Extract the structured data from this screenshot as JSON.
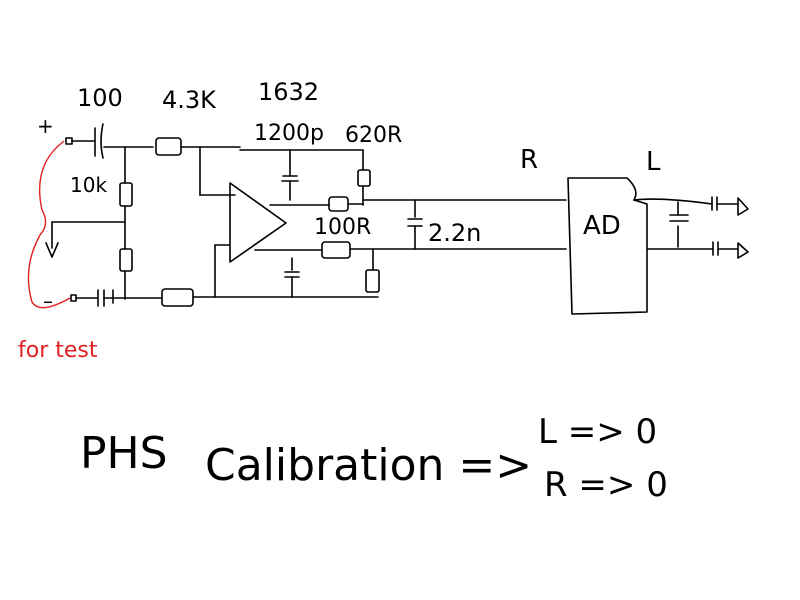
{
  "labels": {
    "cap_in": "100",
    "res_43k": "4.3K",
    "val_1632": "1632",
    "cap_1200p": "1200p",
    "res_620r": "620R",
    "plus_sign": "+",
    "res_10k": "10k",
    "res_100r": "100R",
    "cap_22n": "2.2n",
    "channel_r": "R",
    "channel_l": "L",
    "ad_block": "AD",
    "minus_sign": "–",
    "for_test": "for test"
  },
  "notes": {
    "phs": "PHS",
    "calibration": "Calibration =>",
    "l_rule": "L => 0",
    "r_rule": "R => 0"
  },
  "colors": {
    "ink": "#000000",
    "test_wire": "#e02020",
    "background": "#ffffff"
  }
}
